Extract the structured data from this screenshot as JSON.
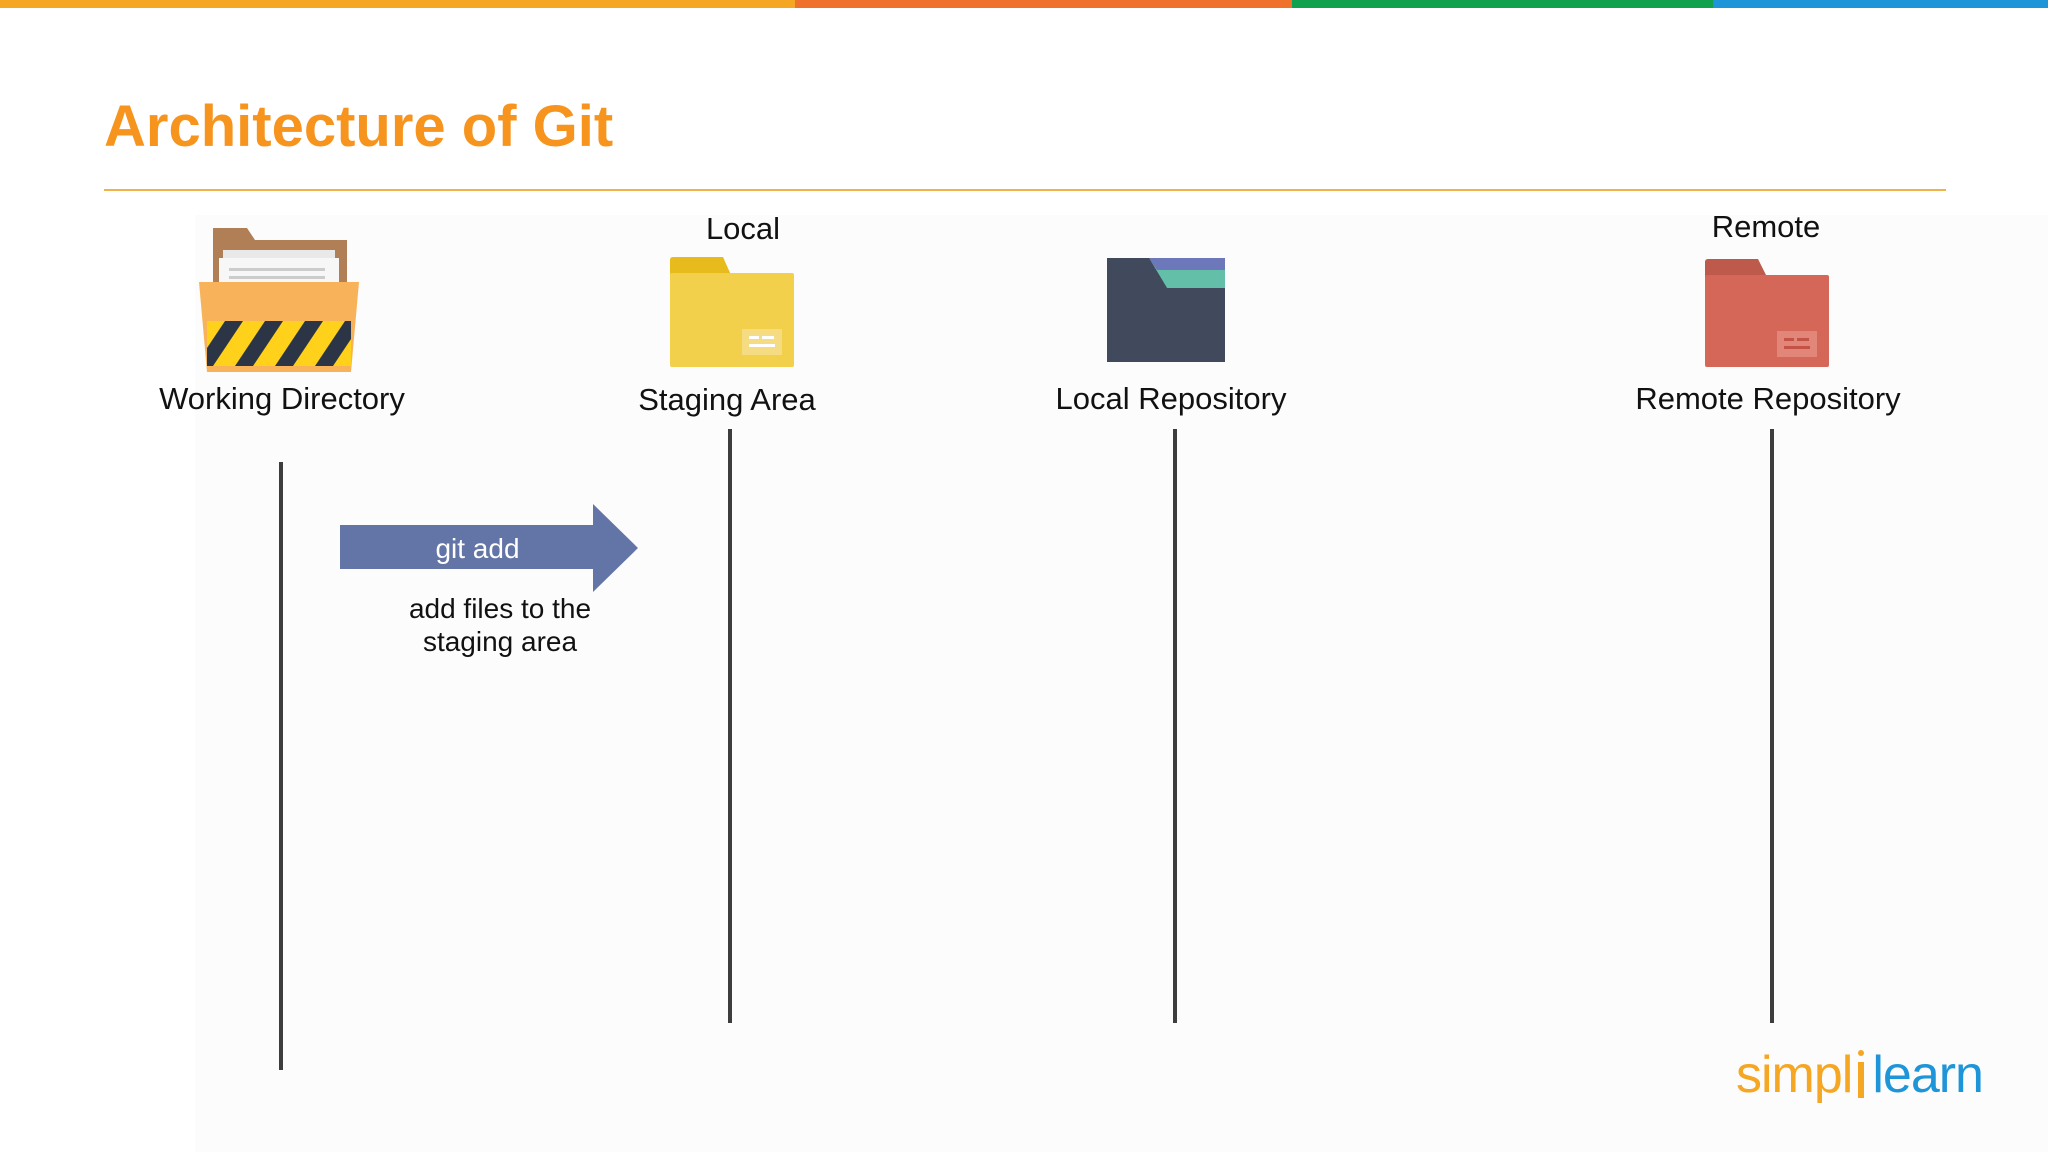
{
  "slide": {
    "title": "Architecture of Git",
    "brand_stripe": [
      "#f5a623",
      "#f0712b",
      "#10a14f",
      "#1e95d8"
    ],
    "title_color": "#f7941e",
    "rule_color": "#f0b24a"
  },
  "groups": {
    "local": "Local",
    "remote": "Remote"
  },
  "nodes": [
    {
      "label": "Working Directory",
      "icon": "open-folder-icon"
    },
    {
      "label": "Staging Area",
      "icon": "yellow-folder-icon"
    },
    {
      "label": "Local Repository",
      "icon": "dark-repository-folder-icon"
    },
    {
      "label": "Remote Repository",
      "icon": "red-folder-icon"
    }
  ],
  "transitions": [
    {
      "command": "git add",
      "from": "Working Directory",
      "to": "Staging Area",
      "description": "add files to the staging area",
      "color": "#6374a6"
    }
  ],
  "logo": {
    "part1": "simpl",
    "part2": "learn",
    "color1": "#f5a623",
    "color2": "#1e95d8"
  }
}
